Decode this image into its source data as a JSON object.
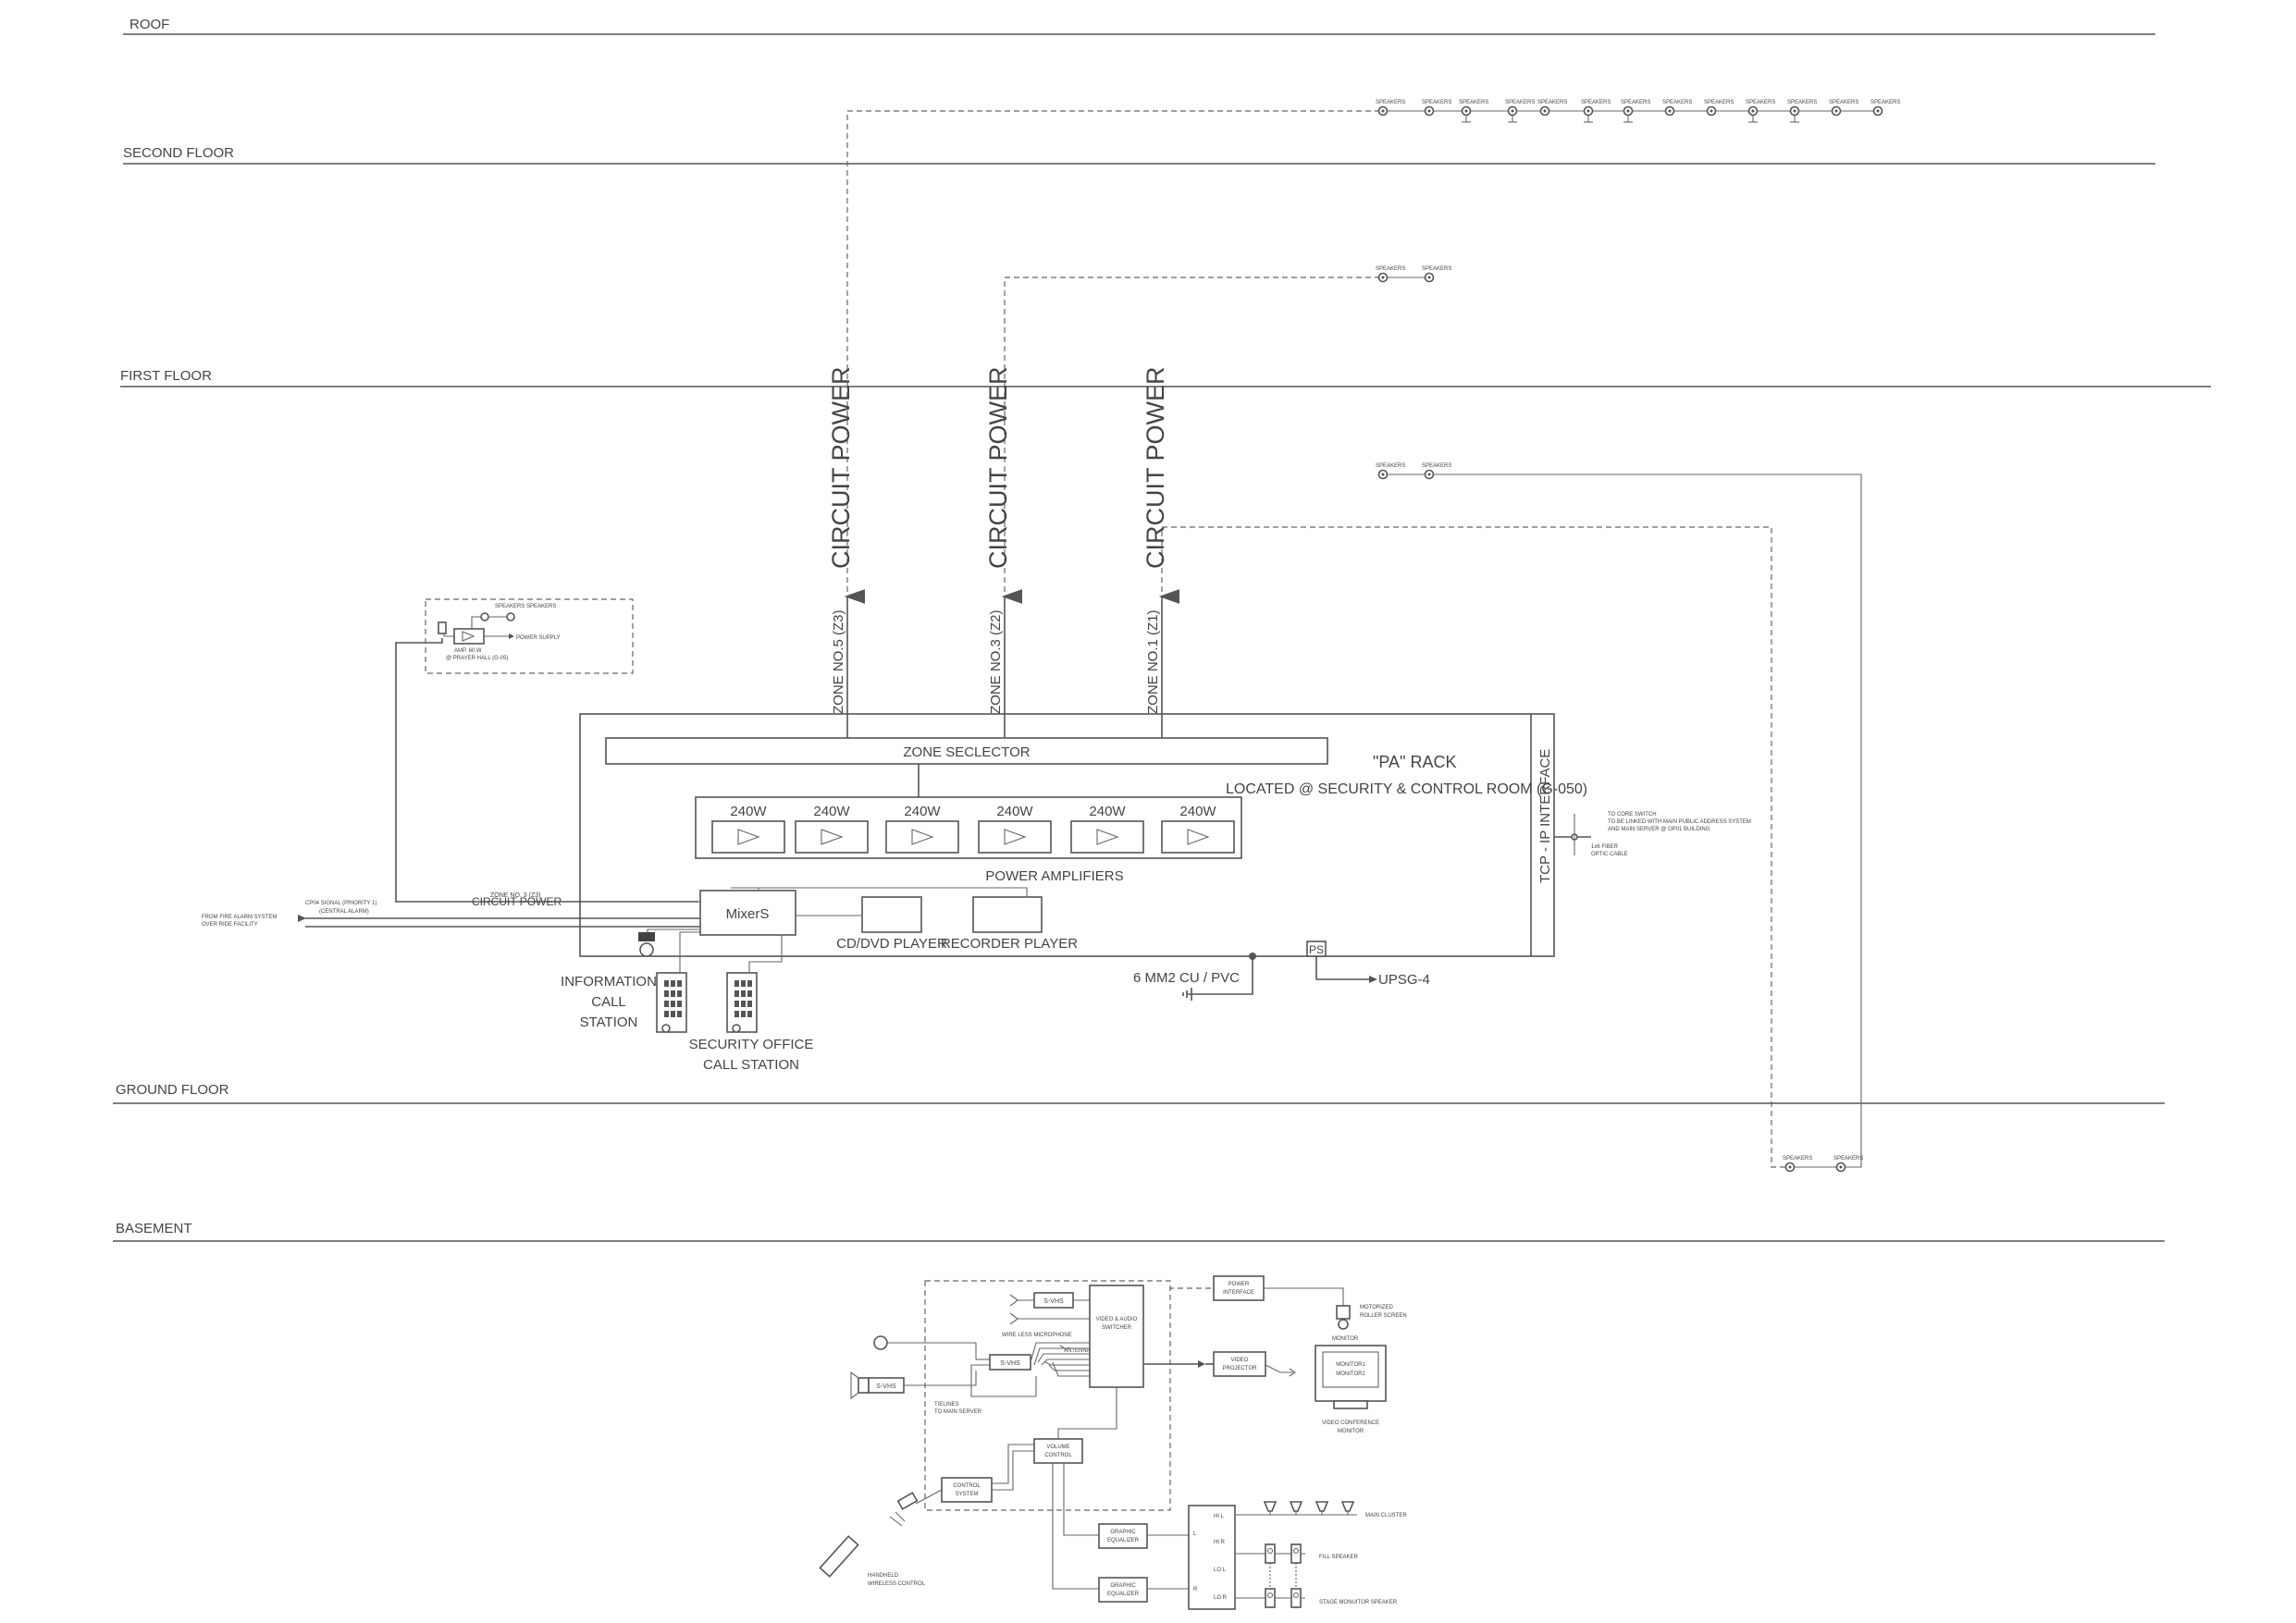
{
  "floors": {
    "roof": "ROOF",
    "second": "SECOND FLOOR",
    "first": "FIRST FLOOR",
    "ground": "GROUND FLOOR",
    "basement": "BASEMENT"
  },
  "circuits": {
    "circuit_power": "CIRCUIT POWER",
    "zone5": "ZONE NO.5 (Z3)",
    "zone3": "ZONE NO.3 (Z2)",
    "zone1": "ZONE NO.1 (Z1)"
  },
  "speaker_label": "SPEAKERS",
  "rack": {
    "zone_selector": "ZONE SECLECTOR",
    "title": "\"PA\" RACK",
    "location": "LOCATED @ SECURITY & CONTROL ROOM (G-050)",
    "amp_labels": [
      "240W",
      "240W",
      "240W",
      "240W",
      "240W",
      "240W"
    ],
    "power_amplifiers": "POWER AMPLIFIERS",
    "mixers": "MixerS",
    "cd_player": "CD/DVD PLAYER",
    "recorder_player": "RECORDER PLAYER",
    "tcp_interface": "TCP - IP INTERFACE",
    "ps": "PS",
    "upsg": "UPSG-4",
    "ground_cable": "6 MM2 CU / PVC",
    "zone_z3_note": "ZONE NO. 3 (Z3)",
    "circuit_power_small": "CIRCUIT POWER",
    "core_switch_1": "TO CORE SWITCH",
    "core_switch_2": "TO BE LINKED WITH MAIN PUBLIC ADDRESS SYSTEM",
    "core_switch_3": "AND MAIN SERVER @ OP01 BUILDING",
    "fiber_1": "1x6 FIBER",
    "fiber_2": "OPTIC CABLE"
  },
  "fire_alarm": {
    "line1": "FROM FIRE ALARM SYSTEM",
    "line2": "OVER RIDE FACILITY",
    "signal1": "CP04 SIGNAL (PRIORITY 1)",
    "signal2": "(CENTRAL ALARM)"
  },
  "prayer_hall": {
    "speakers": "SPEAKERS  SPEAKERS",
    "power_supply": "POWER SUPPLY",
    "amp": "AMP. 60 W",
    "location": "@ PRAYER HALL (G-05)"
  },
  "stations": {
    "info_1": "INFORMATION",
    "info_2": "CALL",
    "info_3": "STATION",
    "sec_1": "SECURITY OFFICE",
    "sec_2": "CALL STATION"
  },
  "av": {
    "svhs": "S-VHS",
    "wireless_mic": "WIRE LESS MICROPHONE",
    "switcher_1": "VIDEO & AUDIO",
    "switcher_2": "SWITCHER",
    "power_interface_1": "POWER",
    "power_interface_2": "INTERFACE",
    "roller_1": "MOTORIZED",
    "roller_2": "ROLLER SCREEN",
    "monitor_label": "MONITOR",
    "projector_1": "VIDEO",
    "projector_2": "PROJECTOR",
    "monitor1": "MONITOR1",
    "monitor2": "MONITOR2",
    "vc_1": "VIDEO CONFERENCE",
    "vc_2": "MONITOR",
    "tielines_1": "TIELINES",
    "tielines_2": "TO MAIN SERVER",
    "volume_1": "VOLUME",
    "volume_2": "CONTROL",
    "control_1": "CONTROL",
    "control_2": "SYSTEM",
    "handheld_1": "HANDHELD",
    "handheld_2": "WIRELESS CONTROL",
    "eq_1": "GRAPHIC",
    "eq_2": "EQUALIZER",
    "main_cluster": "MAIN CLUSTER",
    "fill_speaker": "FILL SPEAKER",
    "stage_monitor": "STAGE MONUITOR SPEAKER",
    "ch_hi_l": "HI  L",
    "ch_hi_r": "HI  R",
    "ch_lo_l": "LO  L",
    "ch_lo_r": "LO  R",
    "ch_l": "L",
    "ch_r": "R",
    "antenna": "ANTENNA"
  }
}
